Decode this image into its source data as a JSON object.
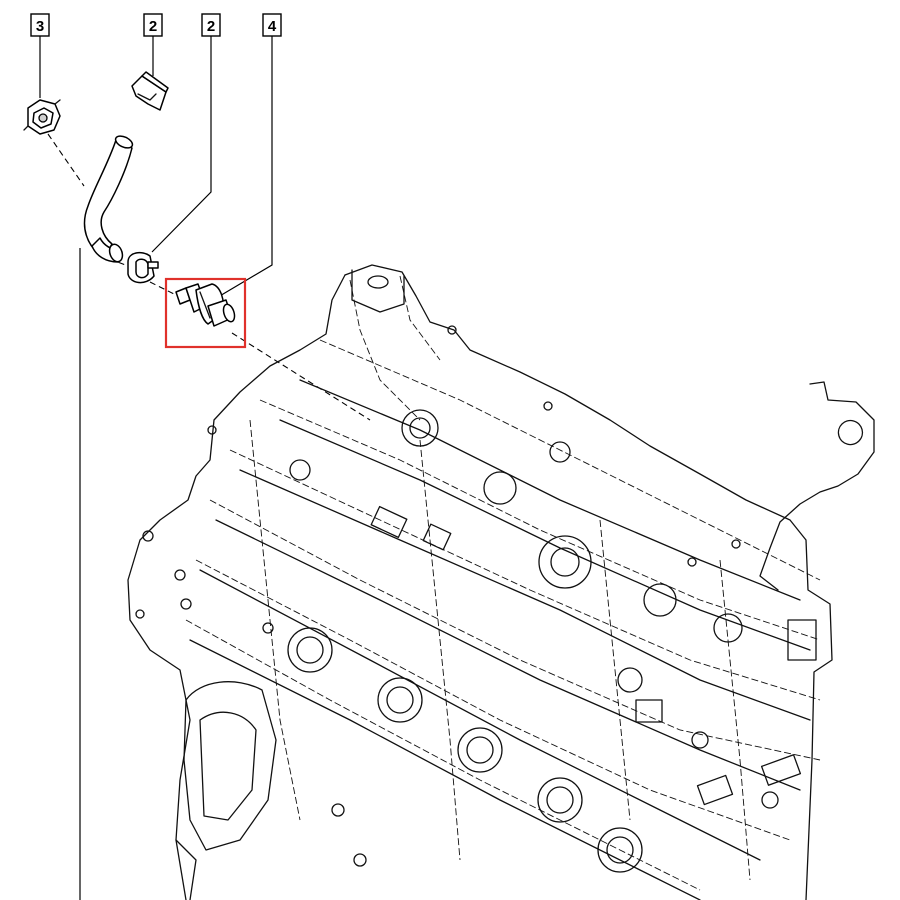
{
  "diagram": {
    "callouts": [
      {
        "id": "callout-3",
        "label": "3"
      },
      {
        "id": "callout-2a",
        "label": "2"
      },
      {
        "id": "callout-2b",
        "label": "2"
      },
      {
        "id": "callout-4",
        "label": "4"
      }
    ],
    "parts": [
      {
        "name": "clip-nut",
        "icon": "clip-nut-icon"
      },
      {
        "name": "hose-clamp-upper",
        "icon": "hose-clamp-icon"
      },
      {
        "name": "breather-hose",
        "icon": "hose-icon"
      },
      {
        "name": "hose-clamp-lower",
        "icon": "hose-clamp-icon"
      },
      {
        "name": "pcv-valve",
        "icon": "valve-icon"
      },
      {
        "name": "engine-cylinder-head",
        "icon": "engine-icon"
      }
    ],
    "colors": {
      "line": "#000000",
      "highlight": "#e0312b",
      "background": "#ffffff"
    }
  }
}
